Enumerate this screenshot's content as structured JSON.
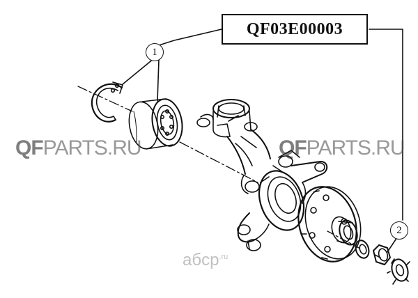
{
  "part_number": "QF03E00003",
  "callouts": [
    {
      "label": "1",
      "name": "circlip-and-bearing"
    },
    {
      "label": "2",
      "name": "hub-nut"
    }
  ],
  "watermarks": {
    "left": {
      "brand": "QF",
      "rest": "PARTS.RU"
    },
    "right": {
      "brand": "QF",
      "rest": "PARTS.RU"
    },
    "bottom": {
      "brand": "aбcp",
      "tld": ".ru"
    }
  },
  "colors": {
    "line": "#111111",
    "watermark": "#7a7a7a"
  }
}
